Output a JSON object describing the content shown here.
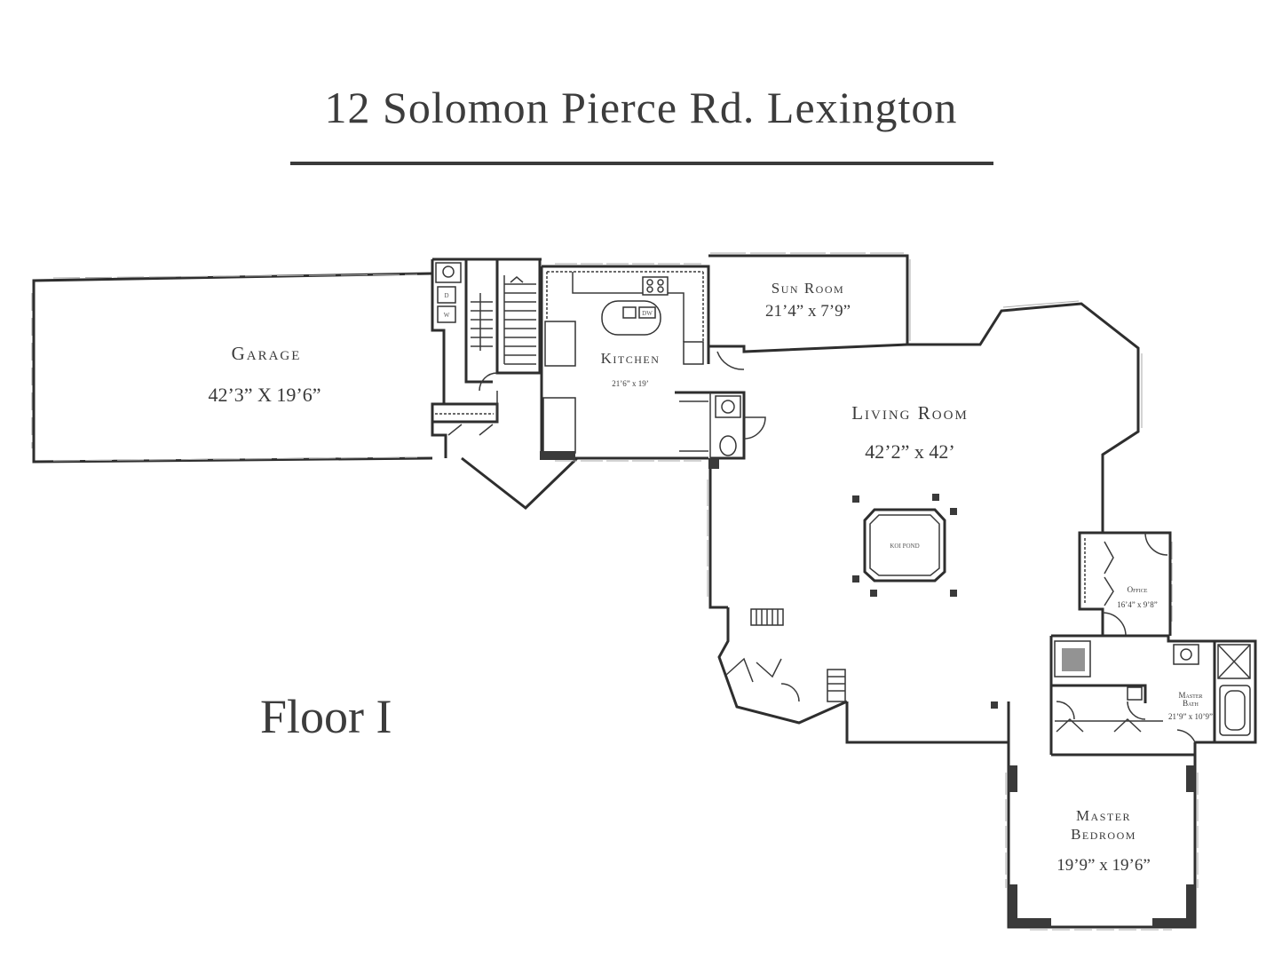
{
  "title": "12 Solomon Pierce Rd. Lexington",
  "floor_label": "Floor I",
  "rooms": {
    "garage": {
      "name": "Garage",
      "dims": "42’3” X 19’6”"
    },
    "kitchen": {
      "name": "Kitchen",
      "dims": "21’6” x 19’"
    },
    "sun_room": {
      "name": "Sun Room",
      "dims": "21’4” x 7’9”"
    },
    "living_room": {
      "name": "Living Room",
      "dims": "42’2” x 42’"
    },
    "koi_pond": {
      "name": "KOI POND"
    },
    "office": {
      "name": "Office",
      "dims": "16’4” x 9’8”"
    },
    "master_bath": {
      "name_line1": "Master",
      "name_line2": "Bath",
      "dims": "21’9” x 10’9”"
    },
    "master_bedroom": {
      "name_line1": "Master",
      "name_line2": "Bedroom",
      "dims": "19’9” x 19’6”"
    }
  },
  "fixtures": {
    "washer": "W",
    "dryer": "D",
    "dishwasher": "DW"
  },
  "colors": {
    "ink": "#3a3a3a",
    "background": "#ffffff"
  }
}
